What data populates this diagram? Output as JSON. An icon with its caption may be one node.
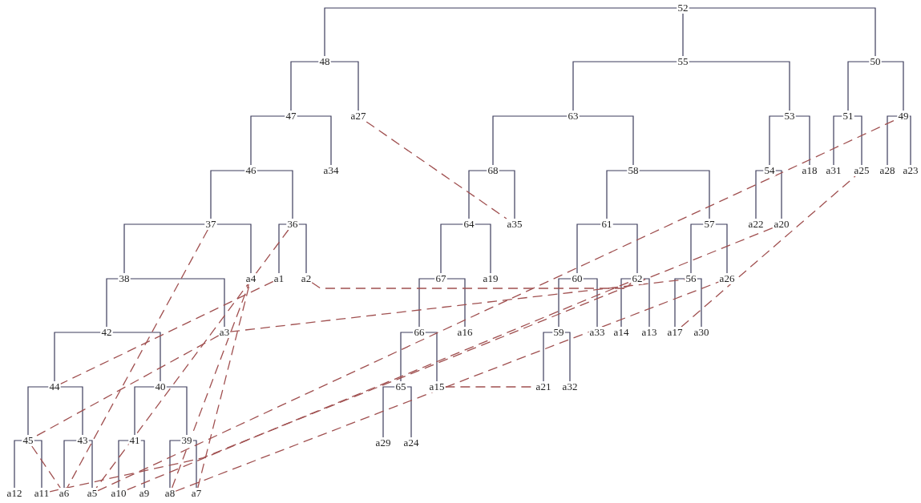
{
  "diagram": {
    "nodes": [
      {
        "text": [
          "52"
        ]
      },
      {
        "text": [
          "48"
        ]
      },
      {
        "text": [
          "55"
        ]
      },
      {
        "text": [
          "50"
        ]
      },
      {
        "text": [
          "47"
        ]
      },
      {
        "text": [
          "a27"
        ]
      },
      {
        "text": [
          "63"
        ]
      },
      {
        "text": [
          "53"
        ]
      },
      {
        "text": [
          "51"
        ]
      },
      {
        "text": [
          "49"
        ]
      },
      {
        "text": [
          "46"
        ]
      },
      {
        "text": [
          "a34"
        ]
      },
      {
        "text": [
          "68"
        ]
      },
      {
        "text": [
          "58"
        ]
      },
      {
        "text": [
          "54"
        ]
      },
      {
        "text": [
          "a18"
        ]
      },
      {
        "text": [
          "a31"
        ]
      },
      {
        "text": [
          "a25"
        ]
      },
      {
        "text": [
          "a28"
        ]
      },
      {
        "text": [
          "a23"
        ]
      },
      {
        "text": [
          "37"
        ]
      },
      {
        "text": [
          "36"
        ]
      },
      {
        "text": [
          "64"
        ]
      },
      {
        "text": [
          "a35"
        ]
      },
      {
        "text": [
          "61"
        ]
      },
      {
        "text": [
          "57"
        ]
      },
      {
        "text": [
          "a22"
        ]
      },
      {
        "text": [
          "a20"
        ]
      },
      {
        "text": [
          "38"
        ]
      },
      {
        "text": [
          "a4"
        ]
      },
      {
        "text": [
          "a1"
        ]
      },
      {
        "text": [
          "a2"
        ]
      },
      {
        "text": [
          "67"
        ]
      },
      {
        "text": [
          "a19"
        ]
      },
      {
        "text": [
          "60"
        ]
      },
      {
        "text": [
          "62"
        ]
      },
      {
        "text": [
          "56"
        ]
      },
      {
        "text": [
          "a26"
        ]
      },
      {
        "text": [
          "42"
        ]
      },
      {
        "text": [
          "a3"
        ]
      },
      {
        "text": [
          "66"
        ]
      },
      {
        "text": [
          "a16"
        ]
      },
      {
        "text": [
          "59"
        ]
      },
      {
        "text": [
          "a33"
        ]
      },
      {
        "text": [
          "a14"
        ]
      },
      {
        "text": [
          "a13"
        ]
      },
      {
        "text": [
          "a17"
        ]
      },
      {
        "text": [
          "a30"
        ]
      },
      {
        "text": [
          "44"
        ]
      },
      {
        "text": [
          "40"
        ]
      },
      {
        "text": [
          "65"
        ]
      },
      {
        "text": [
          "a15"
        ]
      },
      {
        "text": [
          "a21"
        ]
      },
      {
        "text": [
          "a32"
        ]
      },
      {
        "text": [
          "45"
        ]
      },
      {
        "text": [
          "43"
        ]
      },
      {
        "text": [
          "41"
        ]
      },
      {
        "text": [
          "39"
        ]
      },
      {
        "text": [
          "a29"
        ]
      },
      {
        "text": [
          "a24"
        ]
      },
      {
        "text": [
          "a12"
        ]
      },
      {
        "text": [
          "a11"
        ]
      },
      {
        "text": [
          "a6"
        ]
      },
      {
        "text": [
          "a5"
        ]
      },
      {
        "text": [
          "a10"
        ]
      },
      {
        "text": [
          "a9"
        ]
      },
      {
        "text": [
          "a8"
        ]
      },
      {
        "text": [
          "a7"
        ]
      }
    ],
    "edges": [
      {
        "from": 0,
        "to": 1,
        "arrow": "none"
      },
      {
        "from": 0,
        "to": 2,
        "arrow": "none"
      },
      {
        "from": 0,
        "to": 3,
        "arrow": "none"
      },
      {
        "from": 1,
        "to": 4,
        "arrow": "none"
      },
      {
        "from": 1,
        "to": 5,
        "arrow": "none"
      },
      {
        "from": 2,
        "to": 6,
        "arrow": "none"
      },
      {
        "from": 2,
        "to": 7,
        "arrow": "none"
      },
      {
        "from": 3,
        "to": 8,
        "arrow": "none"
      },
      {
        "from": 3,
        "to": 9,
        "arrow": "none"
      },
      {
        "from": 4,
        "to": 10,
        "arrow": "none"
      },
      {
        "from": 4,
        "to": 11,
        "arrow": "none"
      },
      {
        "from": 6,
        "to": 12,
        "arrow": "none"
      },
      {
        "from": 6,
        "to": 13,
        "arrow": "none"
      },
      {
        "from": 7,
        "to": 14,
        "arrow": "none"
      },
      {
        "from": 7,
        "to": 15,
        "arrow": "none"
      },
      {
        "from": 8,
        "to": 16,
        "arrow": "none"
      },
      {
        "from": 8,
        "to": 17,
        "arrow": "none"
      },
      {
        "from": 9,
        "to": 18,
        "arrow": "none"
      },
      {
        "from": 9,
        "to": 19,
        "arrow": "none"
      },
      {
        "from": 10,
        "to": 20,
        "arrow": "none"
      },
      {
        "from": 10,
        "to": 21,
        "arrow": "none"
      },
      {
        "from": 12,
        "to": 22,
        "arrow": "none"
      },
      {
        "from": 12,
        "to": 23,
        "arrow": "none"
      },
      {
        "from": 13,
        "to": 24,
        "arrow": "none"
      },
      {
        "from": 13,
        "to": 25,
        "arrow": "none"
      },
      {
        "from": 14,
        "to": 26,
        "arrow": "none"
      },
      {
        "from": 14,
        "to": 27,
        "arrow": "none"
      },
      {
        "from": 20,
        "to": 28,
        "arrow": "none"
      },
      {
        "from": 20,
        "to": 29,
        "arrow": "none"
      },
      {
        "from": 21,
        "to": 30,
        "arrow": "none"
      },
      {
        "from": 21,
        "to": 31,
        "arrow": "none"
      },
      {
        "from": 22,
        "to": 32,
        "arrow": "none"
      },
      {
        "from": 22,
        "to": 33,
        "arrow": "none"
      },
      {
        "from": 24,
        "to": 34,
        "arrow": "none"
      },
      {
        "from": 24,
        "to": 35,
        "arrow": "none"
      },
      {
        "from": 25,
        "to": 36,
        "arrow": "none"
      },
      {
        "from": 25,
        "to": 37,
        "arrow": "none"
      },
      {
        "from": 28,
        "to": 38,
        "arrow": "none"
      },
      {
        "from": 28,
        "to": 39,
        "arrow": "none"
      },
      {
        "from": 32,
        "to": 40,
        "arrow": "none"
      },
      {
        "from": 32,
        "to": 41,
        "arrow": "none"
      },
      {
        "from": 34,
        "to": 42,
        "arrow": "none"
      },
      {
        "from": 34,
        "to": 43,
        "arrow": "none"
      },
      {
        "from": 35,
        "to": 44,
        "arrow": "none"
      },
      {
        "from": 35,
        "to": 45,
        "arrow": "none"
      },
      {
        "from": 36,
        "to": 46,
        "arrow": "none"
      },
      {
        "from": 36,
        "to": 47,
        "arrow": "none"
      },
      {
        "from": 38,
        "to": 48,
        "arrow": "none"
      },
      {
        "from": 38,
        "to": 49,
        "arrow": "none"
      },
      {
        "from": 40,
        "to": 50,
        "arrow": "none"
      },
      {
        "from": 40,
        "to": 51,
        "arrow": "none"
      },
      {
        "from": 42,
        "to": 52,
        "arrow": "none"
      },
      {
        "from": 42,
        "to": 53,
        "arrow": "none"
      },
      {
        "from": 48,
        "to": 54,
        "arrow": "none"
      },
      {
        "from": 48,
        "to": 55,
        "arrow": "none"
      },
      {
        "from": 49,
        "to": 56,
        "arrow": "none"
      },
      {
        "from": 49,
        "to": 57,
        "arrow": "none"
      },
      {
        "from": 50,
        "to": 58,
        "arrow": "none"
      },
      {
        "from": 50,
        "to": 59,
        "arrow": "none"
      },
      {
        "from": 54,
        "to": 60,
        "arrow": "none"
      },
      {
        "from": 54,
        "to": 61,
        "arrow": "none"
      },
      {
        "from": 55,
        "to": 62,
        "arrow": "none"
      },
      {
        "from": 55,
        "to": 63,
        "arrow": "none"
      },
      {
        "from": 56,
        "to": 64,
        "arrow": "none"
      },
      {
        "from": 56,
        "to": 65,
        "arrow": "none"
      },
      {
        "from": 57,
        "to": 66,
        "arrow": "none"
      },
      {
        "from": 57,
        "to": 67,
        "arrow": "none"
      },
      {
        "from": 5,
        "to": 23,
        "arrow": "none",
        "style": "dashed",
        "color": "#a05050"
      },
      {
        "from": 31,
        "to": 35,
        "arrow": "none",
        "style": "dashed",
        "color": "#a05050"
      },
      {
        "from": 51,
        "to": 52,
        "arrow": "none",
        "style": "dashed",
        "color": "#a05050"
      },
      {
        "from": 20,
        "to": 62,
        "arrow": "none",
        "style": "dashed",
        "color": "#a05050"
      },
      {
        "from": 21,
        "to": 63,
        "arrow": "none",
        "style": "dashed",
        "color": "#a05050"
      },
      {
        "from": 30,
        "to": 48,
        "arrow": "none",
        "style": "dashed",
        "color": "#a05050"
      },
      {
        "from": 39,
        "to": 54,
        "arrow": "none",
        "style": "dashed",
        "color": "#a05050"
      },
      {
        "from": 39,
        "to": 36,
        "arrow": "none",
        "style": "dashed",
        "color": "#a05050"
      },
      {
        "from": 54,
        "to": 62,
        "arrow": "none",
        "style": "dashed",
        "color": "#a05050"
      },
      {
        "from": 61,
        "to": 27,
        "arrow": "none",
        "style": "dashed",
        "color": "#a05050"
      },
      {
        "from": 63,
        "to": 9,
        "arrow": "none",
        "style": "dashed",
        "color": "#a05050"
      },
      {
        "from": 64,
        "to": 35,
        "arrow": "none",
        "style": "dashed",
        "color": "#a05050"
      },
      {
        "from": 66,
        "to": 37,
        "arrow": "none",
        "style": "dashed",
        "color": "#a05050"
      },
      {
        "from": 46,
        "to": 17,
        "arrow": "none",
        "style": "dashed",
        "color": "#a05050"
      },
      {
        "from": 67,
        "to": 29,
        "arrow": "none",
        "style": "dashed",
        "color": "#a05050"
      },
      {
        "from": 66,
        "to": 29,
        "arrow": "none",
        "style": "dashed",
        "color": "#a05050"
      }
    ]
  }
}
